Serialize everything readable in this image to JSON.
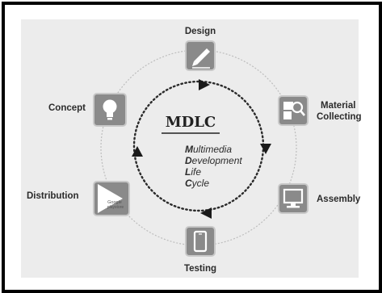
{
  "diagram": {
    "title": "MDLC",
    "subtitle_lines": [
      {
        "first": "M",
        "rest": "ultimedia"
      },
      {
        "first": "D",
        "rest": "evelopment"
      },
      {
        "first": "L",
        "rest": "ife"
      },
      {
        "first": "C",
        "rest": "ycle"
      }
    ],
    "stages": [
      {
        "label": "Design",
        "icon": "pencil-icon"
      },
      {
        "label_lines": [
          "Material",
          "Collecting"
        ],
        "icon": "magnifier-image-icon"
      },
      {
        "label": "Assembly",
        "icon": "monitor-icon"
      },
      {
        "label": "Testing",
        "icon": "smartphone-icon"
      },
      {
        "label": "Distribution",
        "icon": "google-play-icon",
        "icon_text": [
          "Google",
          "playstore"
        ]
      },
      {
        "label": "Concept",
        "icon": "lightbulb-icon"
      }
    ],
    "colors": {
      "tile": "#8a8a8a",
      "panel": "#ececec",
      "frame": "#000000",
      "arrow": "#222222"
    }
  }
}
